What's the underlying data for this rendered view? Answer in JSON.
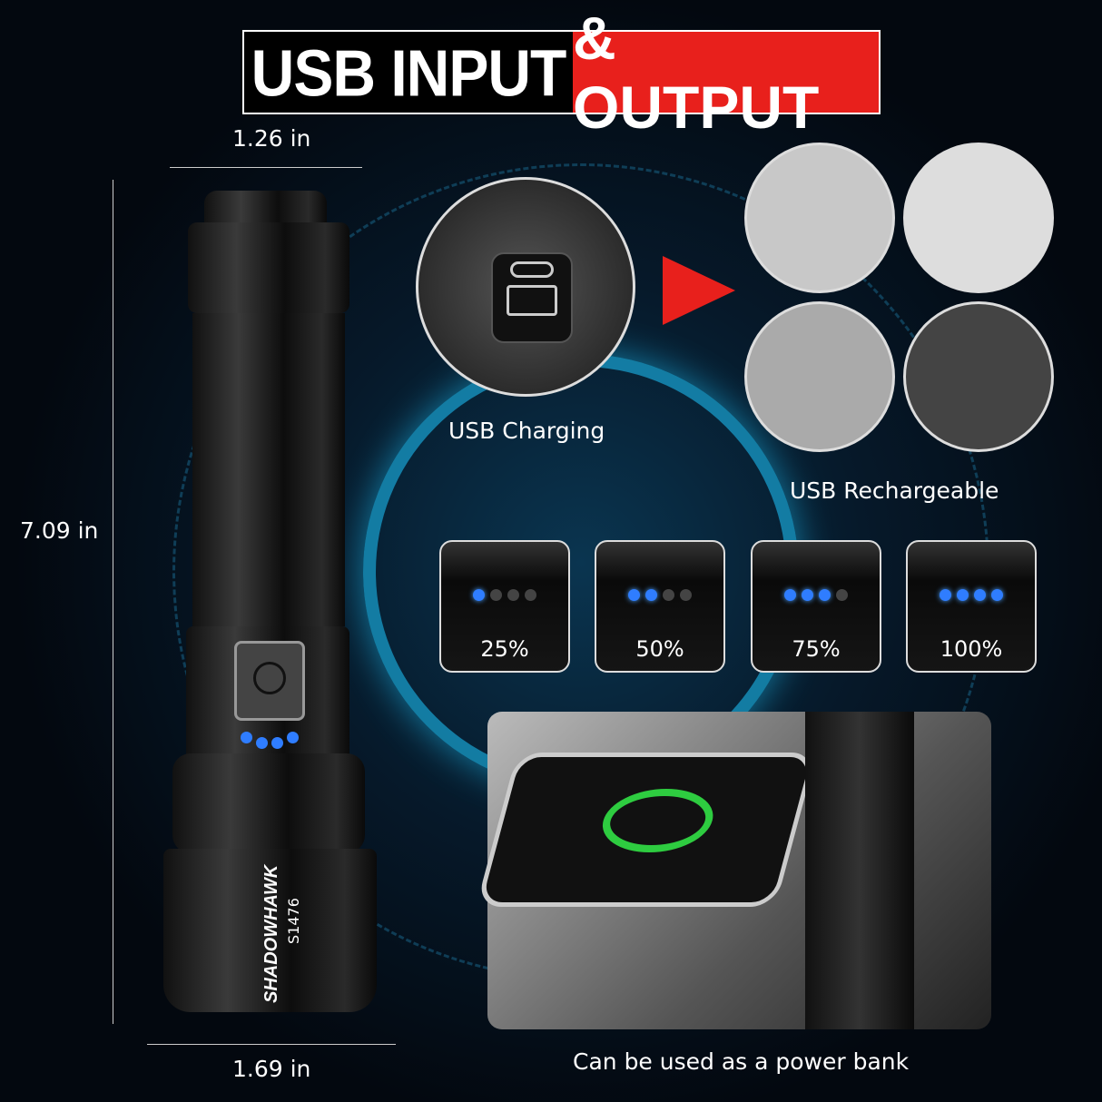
{
  "title": {
    "part1": "USB INPUT",
    "part2": "& OUTPUT"
  },
  "dimensions": {
    "top_width": "1.26 in",
    "height": "7.09 in",
    "bottom_width": "1.69 in"
  },
  "product": {
    "brand": "SHADOWHAWK",
    "model": "S1476"
  },
  "labels": {
    "usb_charging": "USB Charging",
    "usb_rechargeable": "USB Rechargeable",
    "power_bank": "Can be used as a power bank"
  },
  "battery_levels": [
    {
      "label": "25%",
      "level": 1
    },
    {
      "label": "50%",
      "level": 2
    },
    {
      "label": "75%",
      "level": 3
    },
    {
      "label": "100%",
      "level": 4
    }
  ],
  "colors": {
    "accent_red": "#e8201c",
    "indicator_blue": "#2f7dff",
    "charging_green": "#2ecc40"
  }
}
